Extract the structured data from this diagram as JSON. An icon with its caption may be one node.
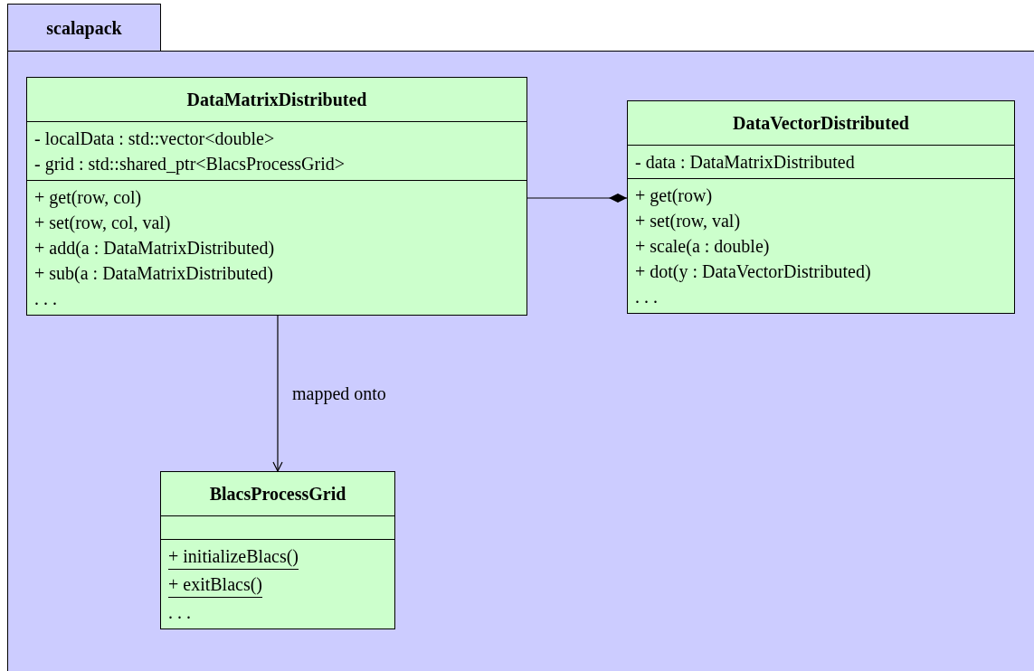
{
  "diagram": {
    "nodes": [
      {
        "text": [
          "scalapack"
        ]
      },
      {
        "text": [
          "DataMatrixDistributed"
        ],
        "in": 0
      },
      {
        "text": [
          "- localData : std::vector<double>",
          "- grid : std::shared_ptr<BlacsProcessGrid>"
        ],
        "in": 1
      },
      {
        "text": [
          "+ get(row, col)",
          "+ set(row, col, val)",
          "+ add(a : DataMatrixDistributed)",
          "+ sub(a : DataMatrixDistributed)",
          ". . ."
        ],
        "in": 1
      },
      {
        "text": [
          "DataVectorDistributed"
        ],
        "in": 0
      },
      {
        "text": [
          "- data : DataMatrixDistributed"
        ],
        "in": 4
      },
      {
        "text": [
          "+ get(row)",
          "+ set(row, val)",
          "+ scale(a : double)",
          "+ dot(y : DataVectorDistributed)",
          ". . ."
        ],
        "in": 4
      },
      {
        "text": [
          "BlacsProcessGrid"
        ],
        "in": 0
      },
      {
        "text": [],
        "shape": "box",
        "in": 7
      },
      {
        "text": [
          "+ initializeBlacs()",
          "+ exitBlacs()",
          ". . ."
        ],
        "in": 7
      }
    ],
    "edges": [
      {
        "from": 1,
        "to": 4,
        "arrow": "other"
      },
      {
        "from": 1,
        "to": 7,
        "arrow": "to",
        "label": "mapped onto"
      }
    ]
  }
}
